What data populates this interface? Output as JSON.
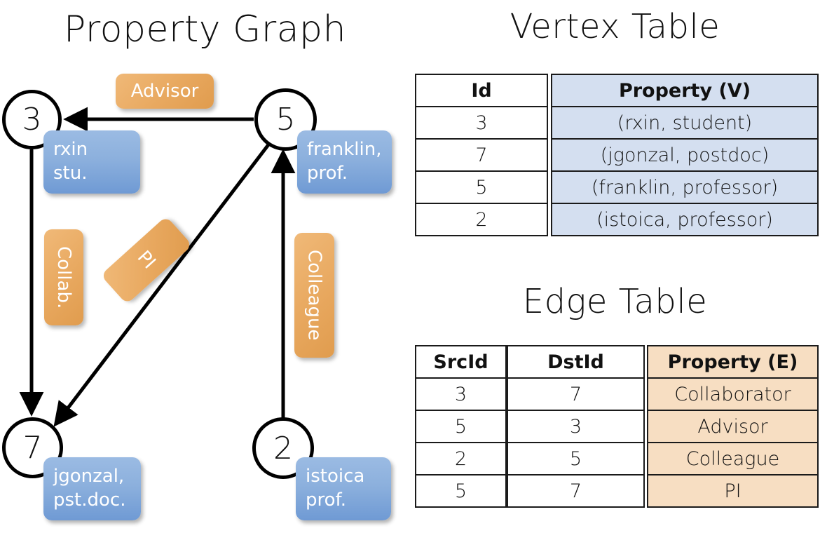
{
  "titles": {
    "graph": "Property Graph",
    "vertex": "Vertex Table",
    "edge": "Edge Table"
  },
  "graph": {
    "nodes": [
      {
        "id": "3",
        "prop_line1": "rxin",
        "prop_line2": "stu."
      },
      {
        "id": "5",
        "prop_line1": "franklin,",
        "prop_line2": "prof."
      },
      {
        "id": "7",
        "prop_line1": "jgonzal,",
        "prop_line2": "pst.doc."
      },
      {
        "id": "2",
        "prop_line1": "istoica",
        "prop_line2": "prof."
      }
    ],
    "edge_labels": {
      "advisor": "Advisor",
      "collab": "Collab.",
      "pi": "PI",
      "colleague": "Colleague"
    }
  },
  "vertex_table": {
    "headers": {
      "id": "Id",
      "property": "Property (V)"
    },
    "rows": [
      {
        "id": "3",
        "property": "(rxin, student)"
      },
      {
        "id": "7",
        "property": "(jgonzal, postdoc)"
      },
      {
        "id": "5",
        "property": "(franklin, professor)"
      },
      {
        "id": "2",
        "property": "(istoica, professor)"
      }
    ]
  },
  "edge_table": {
    "headers": {
      "src": "SrcId",
      "dst": "DstId",
      "property": "Property (E)"
    },
    "rows": [
      {
        "src": "3",
        "dst": "7",
        "property": "Collaborator"
      },
      {
        "src": "5",
        "dst": "3",
        "property": "Advisor"
      },
      {
        "src": "2",
        "dst": "5",
        "property": "Colleague"
      },
      {
        "src": "5",
        "dst": "7",
        "property": "PI"
      }
    ]
  },
  "colors": {
    "vertex_property_fill": "#d4dff0",
    "edge_property_fill": "#f7dec2",
    "node_property_box": "#8cb0dd",
    "edge_label_box": "#e8a85f",
    "stroke": "#000000"
  }
}
